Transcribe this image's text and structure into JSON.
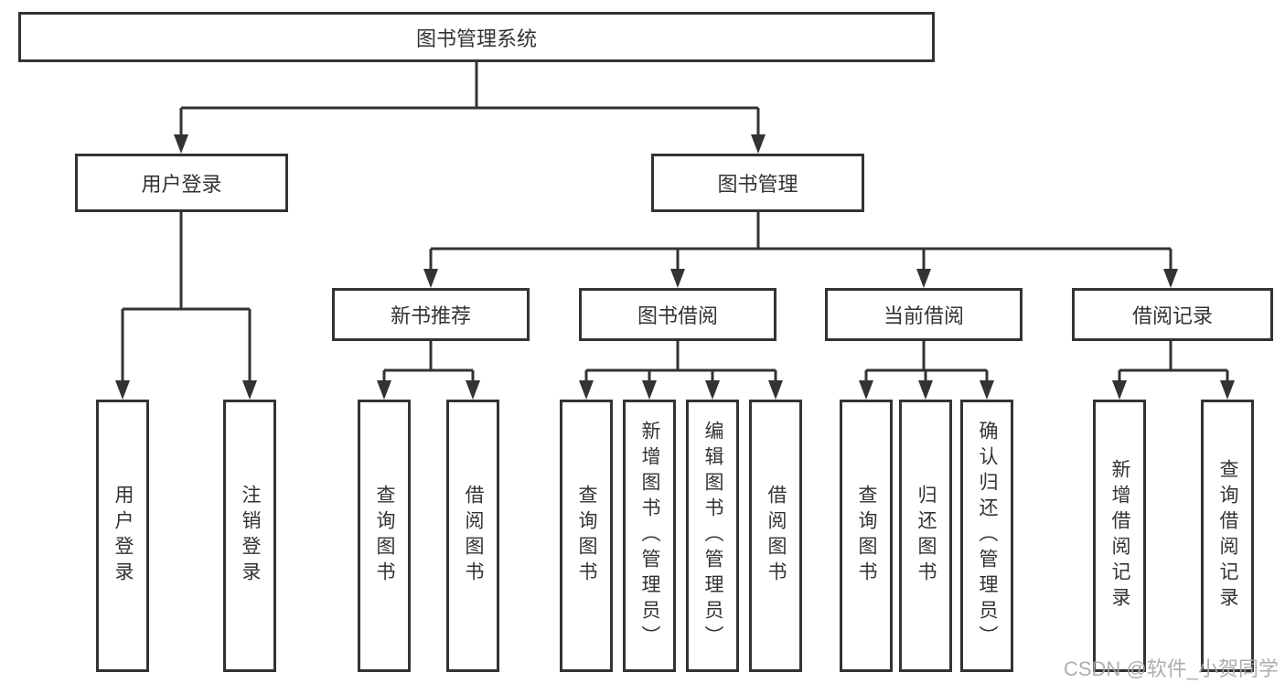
{
  "tree": {
    "root": {
      "label": "图书管理系统"
    },
    "branches": [
      {
        "label": "用户登录",
        "children": [
          "用户登录",
          "注销登录"
        ]
      },
      {
        "label": "图书管理",
        "children": [
          {
            "label": "新书推荐",
            "children": [
              "查询图书",
              "借阅图书"
            ]
          },
          {
            "label": "图书借阅",
            "children": [
              "查询图书",
              "新增图书（管理员）",
              "编辑图书（管理员）",
              "借阅图书"
            ]
          },
          {
            "label": "当前借阅",
            "children": [
              "查询图书",
              "归还图书",
              "确认归还（管理员）"
            ]
          },
          {
            "label": "借阅记录",
            "children": [
              "新增借阅记录",
              "查询借阅记录"
            ]
          }
        ]
      }
    ]
  },
  "watermark": "CSDN @软件_小贺同学",
  "colors": {
    "line": "#333333",
    "box_border": "#333333",
    "text": "#333333",
    "watermark": "#a6a6a6",
    "background": "#ffffff"
  }
}
